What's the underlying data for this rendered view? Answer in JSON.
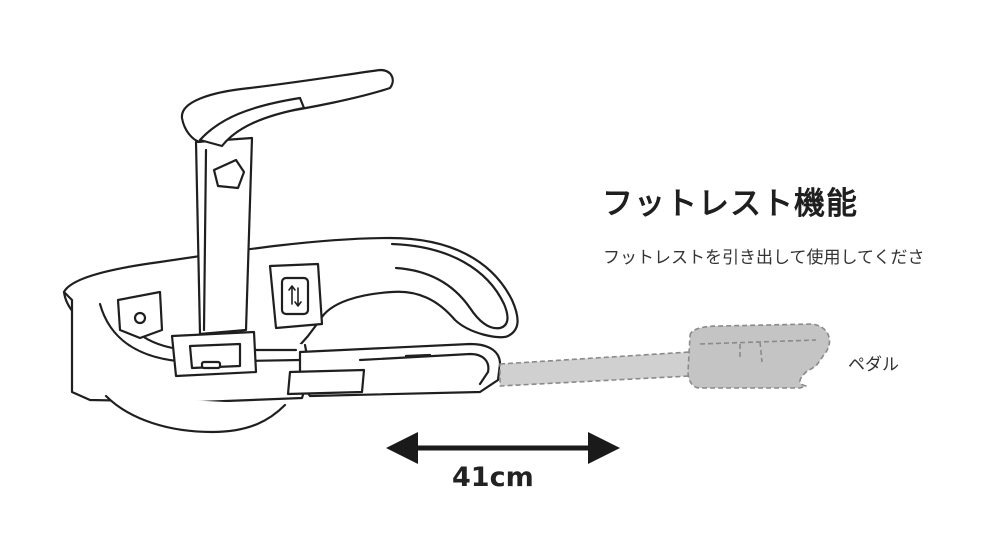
{
  "heading": {
    "title": "フットレスト機能",
    "description": "フットレストを引き出して使用してくださ"
  },
  "labels": {
    "pedal": "ペダル",
    "extension": "41cm"
  },
  "icons": {
    "arrow": "double-headed-arrow-icon",
    "chair": "office-chair-side-view-icon"
  },
  "colors": {
    "line": "#1f1f1f",
    "footrest_fill": "#d0d0d0",
    "footrest_stroke": "#8a8a8a"
  }
}
